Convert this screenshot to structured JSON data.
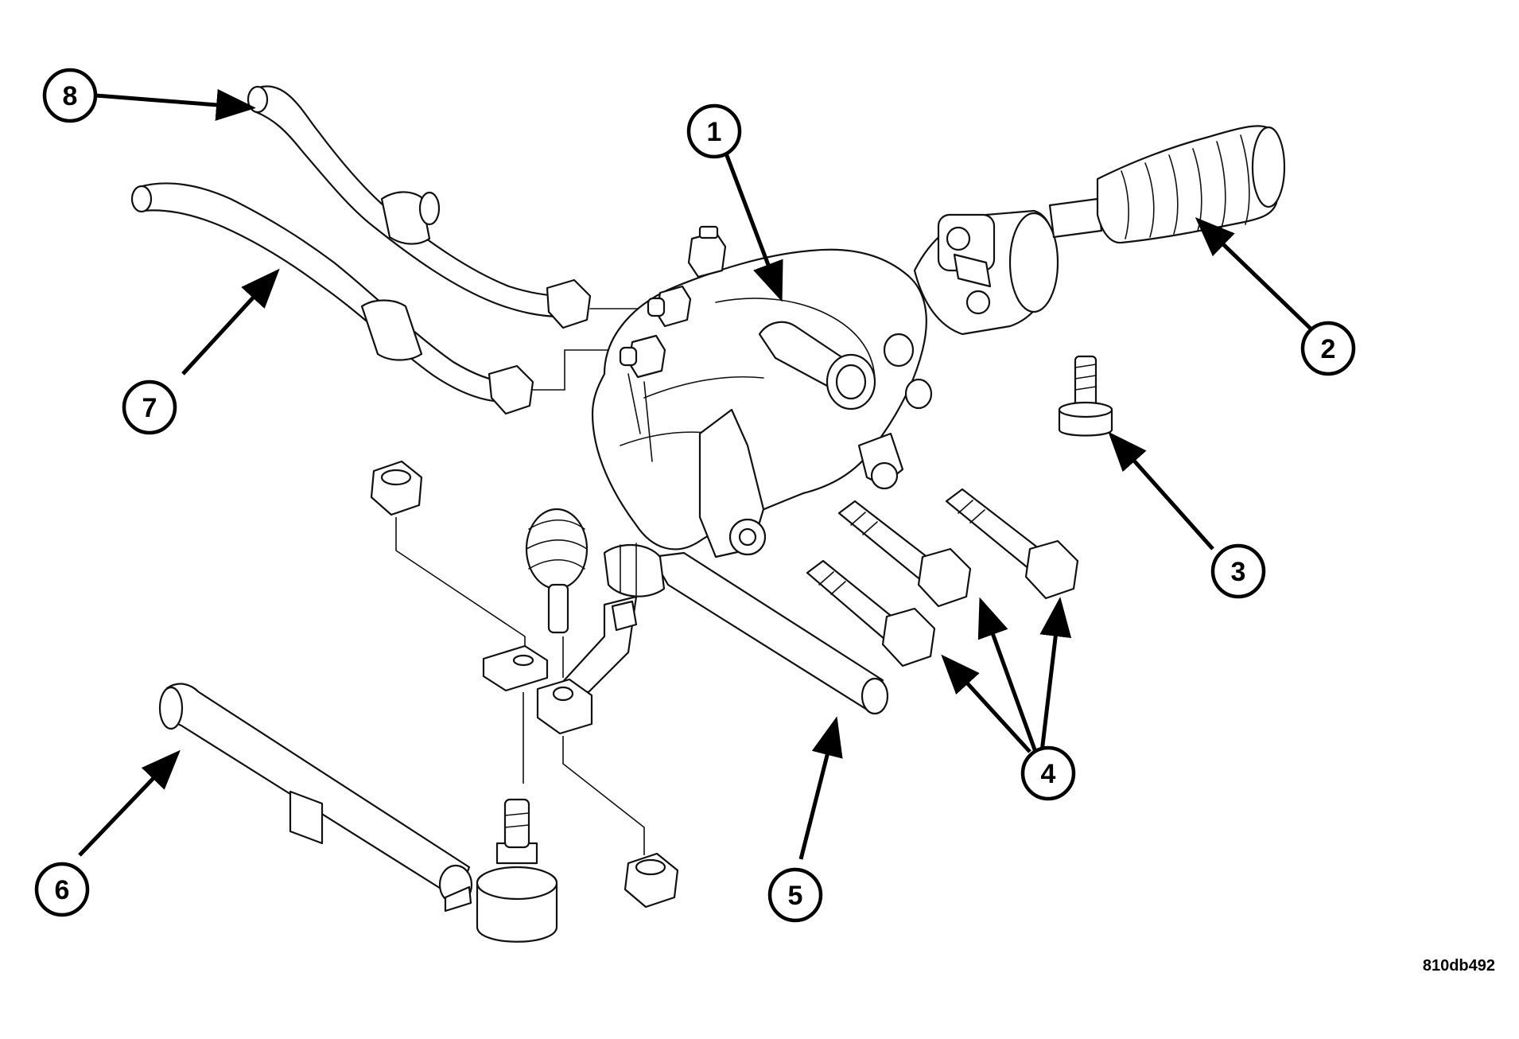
{
  "callouts": [
    {
      "id": "1",
      "label": "1"
    },
    {
      "id": "2",
      "label": "2"
    },
    {
      "id": "3",
      "label": "3"
    },
    {
      "id": "4",
      "label": "4"
    },
    {
      "id": "5",
      "label": "5"
    },
    {
      "id": "6",
      "label": "6"
    },
    {
      "id": "7",
      "label": "7"
    },
    {
      "id": "8",
      "label": "8"
    }
  ],
  "figure_code": "810db492",
  "colors": {
    "line": "#111111",
    "background": "#ffffff"
  }
}
